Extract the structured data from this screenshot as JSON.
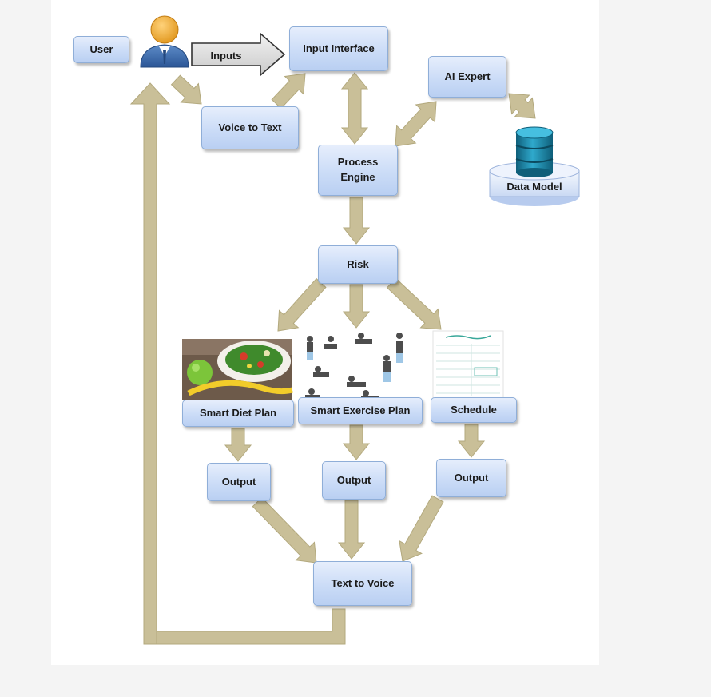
{
  "nodes": {
    "user": "User",
    "inputs": "Inputs",
    "input_interface": "Input Interface",
    "ai_expert": "AI Expert",
    "voice_to_text": "Voice to Text",
    "process_engine_line1": "Process",
    "process_engine_line2": "Engine",
    "data_model": "Data Model",
    "risk": "Risk",
    "smart_diet_plan": "Smart Diet Plan",
    "smart_exercise_plan": "Smart Exercise Plan",
    "schedule": "Schedule",
    "output_diet": "Output",
    "output_exercise": "Output",
    "output_schedule": "Output",
    "text_to_voice": "Text to Voice"
  },
  "icons": {
    "user": "person-icon",
    "data_model": "database-icon",
    "diet": "salad-photo",
    "exercise": "exercise-poses-photo",
    "schedule": "meal-planner-sheet"
  },
  "colors": {
    "box_fill_top": "#e6eefc",
    "box_fill_bottom": "#b9cff2",
    "box_border": "#8faed8",
    "arrow": "#c9bf98",
    "arrow_edge": "#b3a97e",
    "database": "#1e8cae"
  }
}
